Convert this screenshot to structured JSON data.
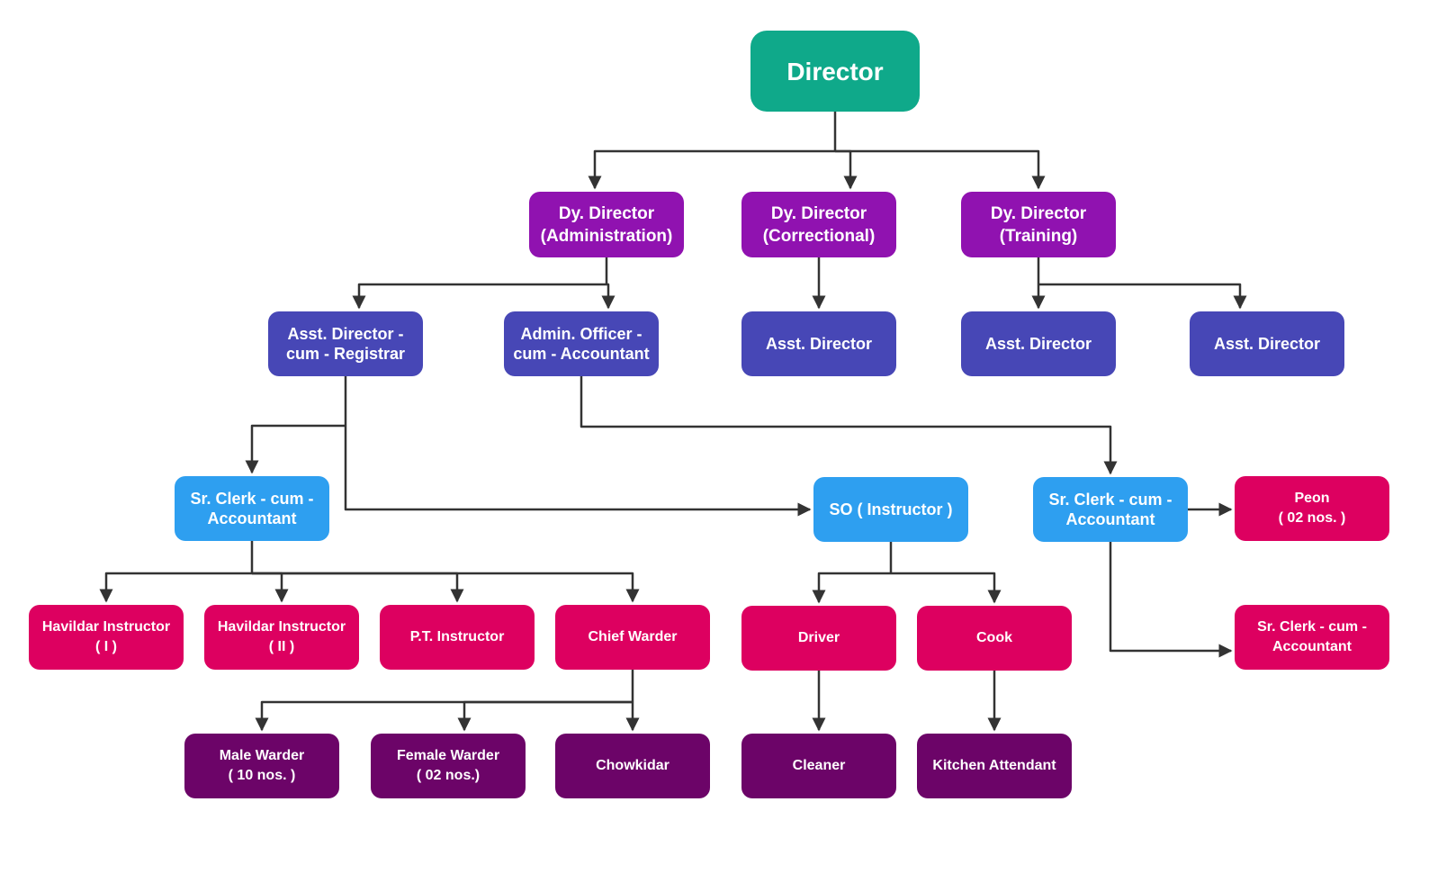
{
  "colors": {
    "director": "#0fa98a",
    "deputy": "#9012b0",
    "assistant": "#4747b6",
    "clerk": "#2e9ff0",
    "staff": "#dd0060",
    "support": "#6c0468",
    "connector": "#333333"
  },
  "nodes": {
    "director": "Director",
    "dy_admin": "Dy. Director\n(Administration)",
    "dy_correctional": "Dy. Director\n(Correctional)",
    "dy_training": "Dy. Director\n(Training)",
    "asst_registrar": "Asst. Director -\ncum - Registrar",
    "admin_officer": "Admin. Officer -\ncum - Accountant",
    "asst_correctional": "Asst. Director",
    "asst_training_1": "Asst. Director",
    "asst_training_2": "Asst. Director",
    "sr_clerk_left": "Sr. Clerk - cum -\nAccountant",
    "so_instructor": "SO ( Instructor )",
    "sr_clerk_right": "Sr. Clerk - cum -\nAccountant",
    "peon": "Peon\n( 02 nos. )",
    "sr_clerk_far": "Sr. Clerk - cum -\nAccountant",
    "havildar_1": "Havildar Instructor\n( I )",
    "havildar_2": "Havildar Instructor\n( II )",
    "pt_instructor": "P.T. Instructor",
    "chief_warder": "Chief Warder",
    "driver": "Driver",
    "cook": "Cook",
    "male_warder": "Male Warder\n( 10 nos. )",
    "female_warder": "Female Warder\n( 02 nos.)",
    "chowkidar": "Chowkidar",
    "cleaner": "Cleaner",
    "kitchen_attendant": "Kitchen Attendant"
  },
  "edges": [
    [
      "director",
      "dy_admin"
    ],
    [
      "director",
      "dy_correctional"
    ],
    [
      "director",
      "dy_training"
    ],
    [
      "dy_admin",
      "asst_registrar"
    ],
    [
      "dy_admin",
      "admin_officer"
    ],
    [
      "dy_correctional",
      "asst_correctional"
    ],
    [
      "dy_training",
      "asst_training_1"
    ],
    [
      "dy_training",
      "asst_training_2"
    ],
    [
      "asst_registrar",
      "sr_clerk_left"
    ],
    [
      "asst_registrar",
      "so_instructor"
    ],
    [
      "admin_officer",
      "sr_clerk_right"
    ],
    [
      "sr_clerk_right",
      "peon"
    ],
    [
      "sr_clerk_right",
      "sr_clerk_far"
    ],
    [
      "sr_clerk_left",
      "havildar_1"
    ],
    [
      "sr_clerk_left",
      "havildar_2"
    ],
    [
      "sr_clerk_left",
      "pt_instructor"
    ],
    [
      "sr_clerk_left",
      "chief_warder"
    ],
    [
      "so_instructor",
      "driver"
    ],
    [
      "so_instructor",
      "cook"
    ],
    [
      "chief_warder",
      "male_warder"
    ],
    [
      "chief_warder",
      "female_warder"
    ],
    [
      "chief_warder",
      "chowkidar"
    ],
    [
      "driver",
      "cleaner"
    ],
    [
      "cook",
      "kitchen_attendant"
    ]
  ]
}
